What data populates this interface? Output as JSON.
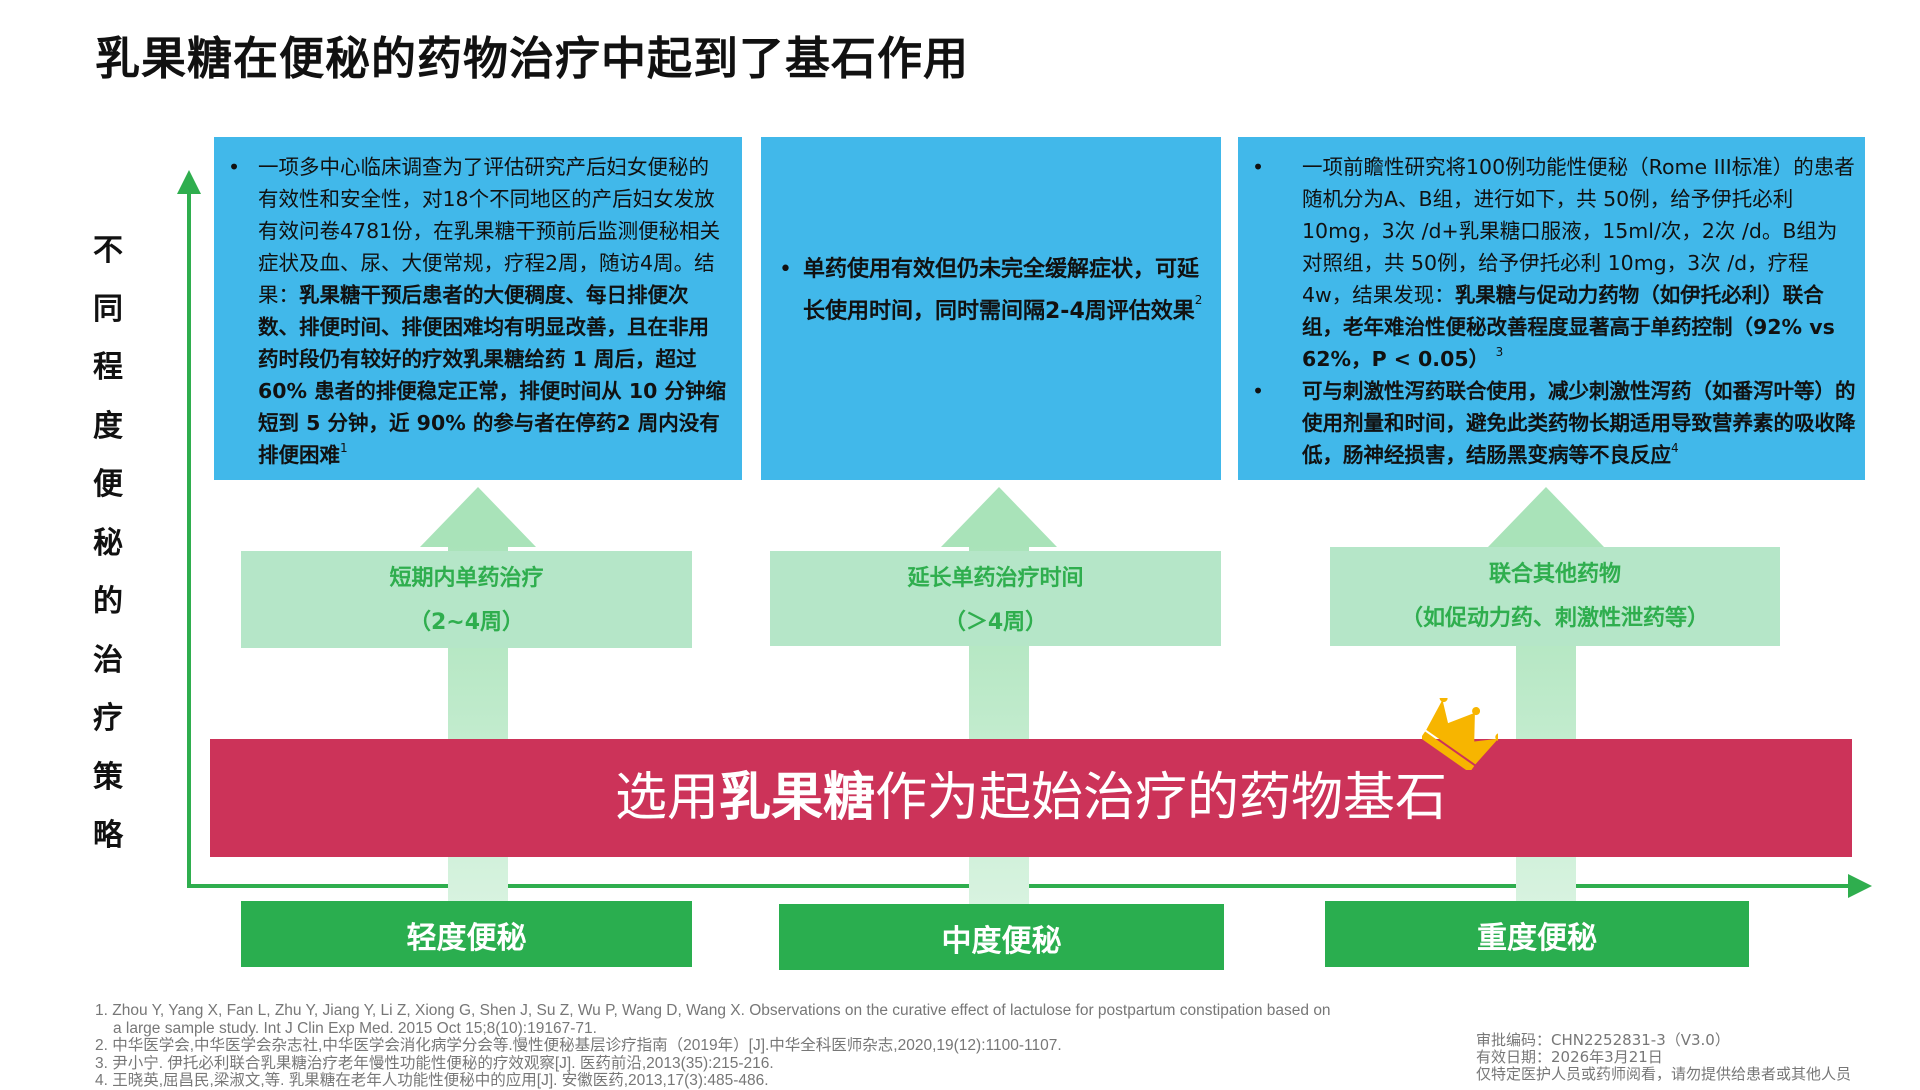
{
  "title": "乳果糖在便秘的药物治疗中起到了基石作用",
  "axis_label": [
    "不",
    "同",
    "程",
    "度",
    "便",
    "秘",
    "的",
    "治",
    "疗",
    "策",
    "略"
  ],
  "boxes": {
    "mild": {
      "plain": "一项多中心临床调查为了评估研究产后妇女便秘的有效性和安全性，对18个不同地区的产后妇女发放有效问卷4781份，在乳果糖干预前后监测便秘相关症状及血、尿、大便常规，疗程2周，随访4周。结果：",
      "bold": "乳果糖干预后患者的大便稠度、每日排便次数、排便时间、排便困难均有明显改善，且在非用药时段仍有较好的疗效乳果糖给药 1 周后，超过 60% 患者的排便稳定正常，排便时间从 10 分钟缩短到 5 分钟，近 90% 的参与者在停药2 周内没有排便困难",
      "ref": "1"
    },
    "moderate": {
      "bold": "单药使用有效但仍未完全缓解症状，可延长使用时间，同时需间隔2-4周评估效果",
      "ref": "2"
    },
    "severe": {
      "plain": "一项前瞻性研究将100例功能性便秘（Rome III标准）的患者随机分为A、B组，进行如下，共 50例，给予伊托必利 10mg，3次 /d+乳果糖口服液，15ml/次，2次 /d。B组为对照组，共 50例，给予伊托必利 10mg，3次 /d，疗程 4w，结果发现：",
      "bold": "乳果糖与促动力药物（如伊托必利）联合组，老年难治性便秘改善程度显著高于单药控制（92% vs 62%，P < 0.05）",
      "ref": "3",
      "bullet2": "可与刺激性泻药联合使用，减少刺激性泻药（如番泻叶等）的使用剂量和时间，避免此类药物长期适用导致营养素的吸收降低，肠神经损害，结肠黑变病等不良反应",
      "ref2": "4"
    }
  },
  "strategies": [
    {
      "line1": "短期内单药治疗",
      "line2": "（2~4周）"
    },
    {
      "line1": "延长单药治疗时间",
      "line2": "（＞4周）"
    },
    {
      "line1": "联合其他药物",
      "line2": "（如促动力药、刺激性泄药等）"
    }
  ],
  "banner": {
    "pre": "选用",
    "bold": "乳果糖",
    "post": "作为起始治疗的药物基石"
  },
  "levels": [
    "轻度便秘",
    "中度便秘",
    "重度便秘"
  ],
  "references": [
    "1. Zhou Y, Yang X, Fan L, Zhu Y, Jiang Y, Li Z, Xiong G, Shen J, Su Z, Wu P, Wang D, Wang X. Observations on the curative effect of lactulose for postpartum constipation based on",
    "a large sample study. Int J Clin Exp Med. 2015 Oct 15;8(10):19167-71.",
    "2. 中华医学会,中华医学会杂志社,中华医学会消化病学分会等.慢性便秘基层诊疗指南（2019年）[J].中华全科医师杂志,2020,19(12):1100-1107.",
    "3. 尹小宁. 伊托必利联合乳果糖治疗老年慢性功能性便秘的疗效观察[J]. 医药前沿,2013(35):215-216.",
    "4. 王晓英,屈昌民,梁淑文,等. 乳果糖在老年人功能性便秘中的应用[J]. 安徽医药,2013,17(3):485-486."
  ],
  "legal": {
    "code": "审批编码：CHN2252831-3（V3.0）",
    "date": "有效日期：2026年3月21日",
    "notice": "仅特定医护人员或药师阅看，请勿提供给患者或其他人员"
  },
  "colors": {
    "blue": "#41b8ea",
    "green": "#2aae4f",
    "light_green": "#b5e6c8",
    "red": "#cc3359"
  }
}
